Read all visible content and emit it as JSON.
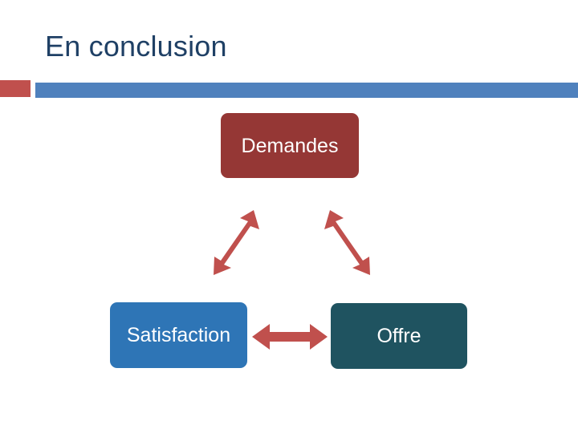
{
  "slide": {
    "title": "En conclusion",
    "title_color": "#1F4065",
    "accent_red": "#C0504D",
    "accent_blue": "#4F81BD",
    "background": "#ffffff"
  },
  "diagram": {
    "nodes": [
      {
        "id": "demandes",
        "label": "Demandes",
        "color": "#953735"
      },
      {
        "id": "satisfaction",
        "label": "Satisfaction",
        "color": "#2E75B6"
      },
      {
        "id": "offre",
        "label": "Offre",
        "color": "#1F5360"
      }
    ],
    "arrows": [
      {
        "id": "demandes-satisfaction",
        "color": "#C0504D",
        "direction": "double",
        "orientation": "diagonal-up-right"
      },
      {
        "id": "demandes-offre",
        "color": "#C0504D",
        "direction": "double",
        "orientation": "diagonal-down-right"
      },
      {
        "id": "satisfaction-offre",
        "color": "#C0504D",
        "direction": "double",
        "orientation": "horizontal"
      }
    ]
  }
}
